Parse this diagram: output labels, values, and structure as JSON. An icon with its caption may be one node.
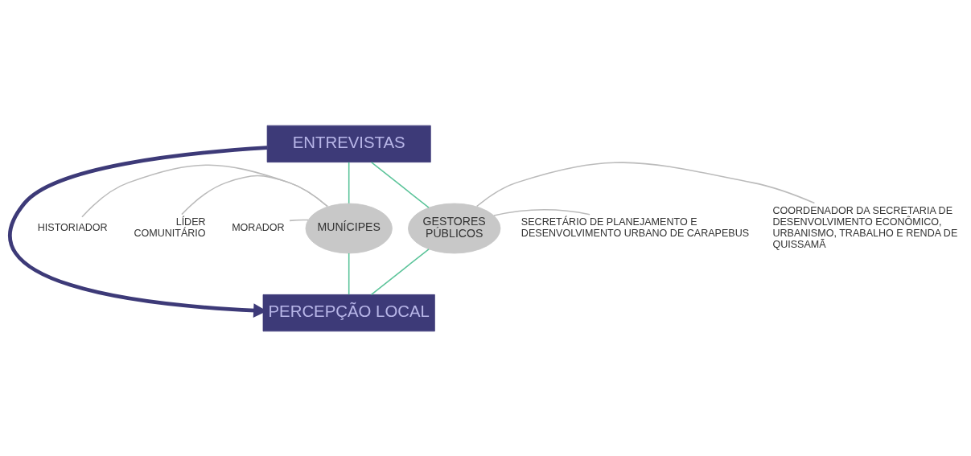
{
  "diagram": {
    "nodes": [
      {
        "text": [
          "ENTREVISTAS"
        ]
      },
      {
        "text": [
          "MUNÍCIPES"
        ]
      },
      {
        "text": [
          "GESTORES PÚBLICOS"
        ]
      },
      {
        "text": [
          "PERCEPÇÃO LOCAL"
        ]
      },
      {
        "text": [
          "HISTORIADOR"
        ]
      },
      {
        "text": [
          "LÍDER COMUNITÁRIO"
        ]
      },
      {
        "text": [
          "MORADOR"
        ]
      },
      {
        "text": [
          "SECRETÁRIO DE PLANEJAMENTO E DESENVOLVIMENTO URBANO DE CARAPEBUS"
        ]
      },
      {
        "text": [
          "COORDENADOR DA SECRETARIA DE DESENVOLVIMENTO ECONÔMICO, URBANISMO, TRABALHO E RENDA DE QUISSAMÃ"
        ]
      }
    ],
    "edges": [
      {
        "from": 0,
        "to": 1,
        "arrow": "none",
        "color": "#5cc49a"
      },
      {
        "from": 0,
        "to": 2,
        "arrow": "none",
        "color": "#5cc49a"
      },
      {
        "from": 1,
        "to": 3,
        "arrow": "none",
        "color": "#5cc49a"
      },
      {
        "from": 2,
        "to": 3,
        "arrow": "none",
        "color": "#5cc49a"
      },
      {
        "from": 0,
        "to": 3,
        "arrow": "to",
        "style": "thick",
        "color": "#3d3a78"
      },
      {
        "from": 4,
        "to": 1,
        "arrow": "none"
      },
      {
        "from": 5,
        "to": 1,
        "arrow": "none"
      },
      {
        "from": 6,
        "to": 1,
        "arrow": "none"
      },
      {
        "from": 2,
        "to": 7,
        "arrow": "none"
      },
      {
        "from": 2,
        "to": 8,
        "arrow": "none"
      }
    ]
  }
}
